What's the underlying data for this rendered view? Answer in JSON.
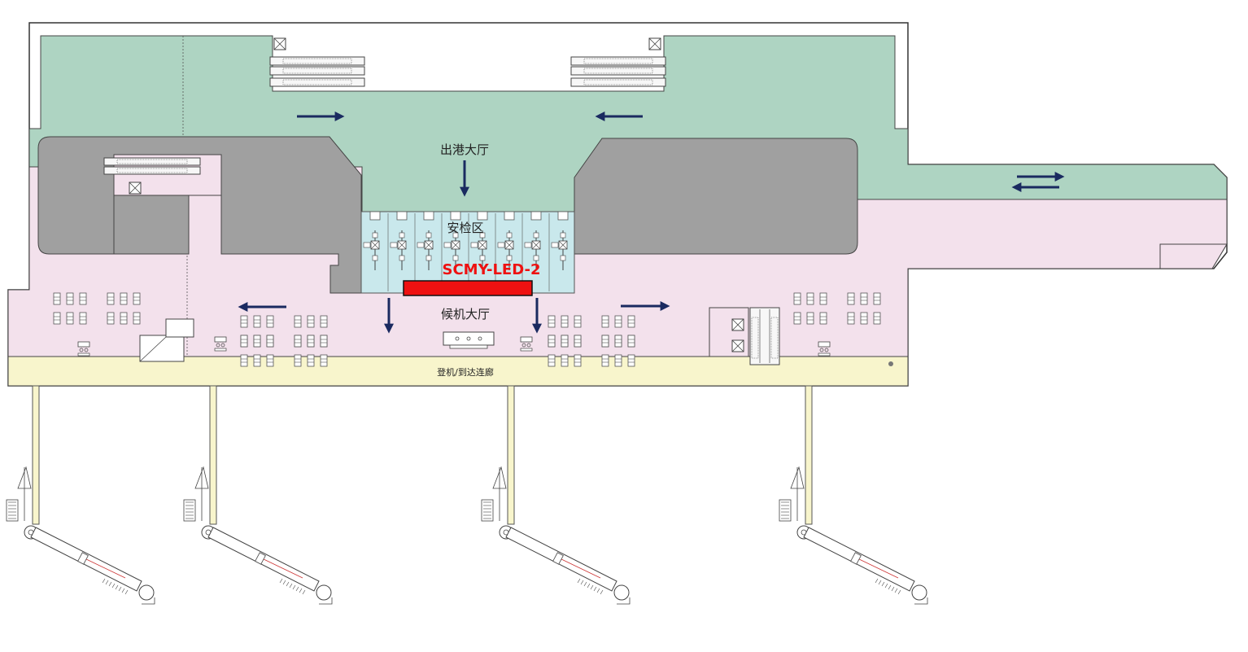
{
  "labels": {
    "departure_hall": "出港大厅",
    "security_area": "安检区",
    "waiting_hall": "候机大厅",
    "boarding_corridor": "登机/到达连廊"
  },
  "ad_marker": {
    "code": "SCMY-LED-2"
  },
  "colors": {
    "departure": "#aed4c2",
    "waiting": "#f3e1ec",
    "corridor": "#f8f5cc",
    "security": "#c9e8ec",
    "blocked": "#a0a0a0",
    "arrow": "#1a2a60",
    "marker": "#ee1111"
  },
  "icons": {
    "seats": "seat-row-icon",
    "escalator": "escalator-icon",
    "elevator": "elevator-icon",
    "direction": "arrow-icon",
    "jet_bridge": "jet-bridge-icon",
    "screening": "security-lane-icon"
  }
}
